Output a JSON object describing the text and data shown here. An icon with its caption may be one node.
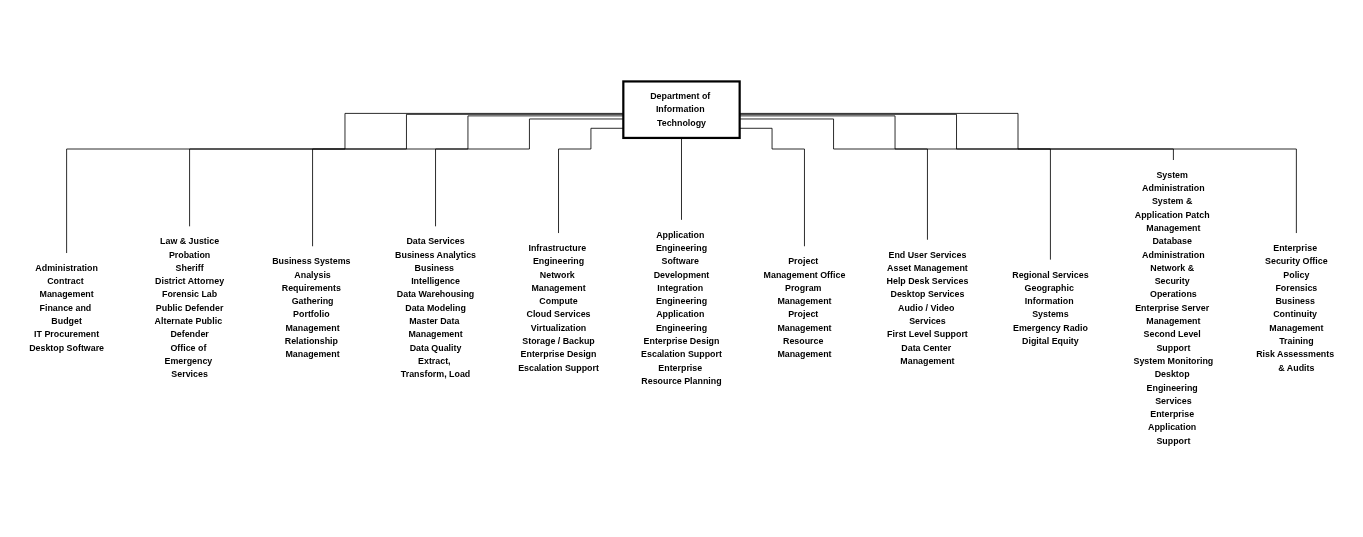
{
  "diagram": {
    "nodes": [
      {
        "text": [
          "Department of Information Technology"
        ]
      },
      {
        "text": [
          "Administration",
          "Contract Management",
          "Finance and Budget",
          "IT Procurement",
          "Desktop Software"
        ]
      },
      {
        "text": [
          "Business Systems Analysis",
          "Requirements Gathering",
          "Portfolio Management",
          "Relationship Management"
        ]
      },
      {
        "text": [
          "Infrastructure Engineering",
          "Network Management",
          "Compute",
          "Cloud Services",
          "Virtualization",
          "Storage / Backup",
          "Enterprise Design",
          "Escalation Support"
        ]
      },
      {
        "text": [
          "Project Management Office",
          "Program Management",
          "Project Management",
          "Resource Management"
        ]
      },
      {
        "text": [
          "Regional Services",
          "Geographic Information Systems",
          "Emergency Radio",
          "Digital Equity"
        ]
      },
      {
        "text": [
          "Enterprise Security Office",
          "Policy",
          "Forensics",
          "Business Continuity Management",
          "Training",
          "Risk Assessments & Audits"
        ]
      },
      {
        "text": [
          "Law & Justice",
          "Probation",
          "Sheriff",
          "District Attorney",
          "Forensic Lab",
          "Public Defender",
          "Alternate Public Defender",
          "Office of Emergency Services"
        ]
      },
      {
        "text": [
          "Data Services",
          "Business Analytics",
          "Business Intelligence",
          "Data Warehousing",
          "Data Modeling",
          "Master Data Management",
          "Data Quality",
          "Extract, Transform, Load"
        ]
      },
      {
        "text": [
          "Application Engineering",
          "Software Development",
          "Integration Engineering",
          "Application Engineering",
          "Enterprise Design",
          "Escalation Support",
          "Enterprise Resource Planning"
        ]
      },
      {
        "text": [
          "End User Services",
          "Asset Management",
          "Help Desk Services",
          "Desktop Services",
          "Audio / Video Services",
          "First Level Support",
          "Data Center Management"
        ]
      },
      {
        "text": [
          "System Administration",
          "System & Application Patch Management",
          "Database Administration",
          "Network & Security Operations",
          "Enterprise Server Management",
          "Second Level Support",
          "System Monitoring",
          "Desktop Engineering Services",
          "Enterprise Application Support"
        ]
      }
    ],
    "edges": [
      {
        "from": 0,
        "to": 1,
        "arrow": "none"
      },
      {
        "from": 0,
        "to": 7,
        "arrow": "none"
      },
      {
        "from": 0,
        "to": 2,
        "arrow": "none"
      },
      {
        "from": 0,
        "to": 8,
        "arrow": "none"
      },
      {
        "from": 0,
        "to": 3,
        "arrow": "none"
      },
      {
        "from": 0,
        "to": 9,
        "arrow": "none"
      },
      {
        "from": 0,
        "to": 4,
        "arrow": "none"
      },
      {
        "from": 0,
        "to": 10,
        "arrow": "none"
      },
      {
        "from": 0,
        "to": 5,
        "arrow": "none"
      },
      {
        "from": 0,
        "to": 11,
        "arrow": "none"
      },
      {
        "from": 0,
        "to": 6,
        "arrow": "none"
      }
    ]
  }
}
